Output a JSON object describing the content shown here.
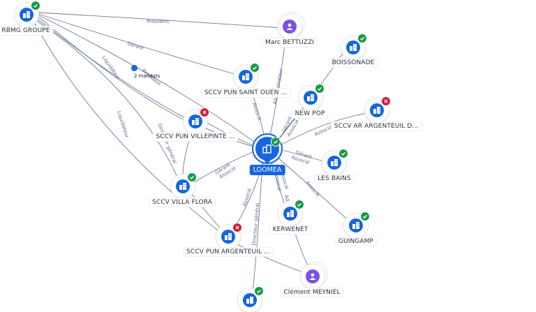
{
  "center": {
    "label": "LOOMEA",
    "status": "active"
  },
  "nodes": [
    {
      "id": "rbmg",
      "label": "RBMG GROUPE",
      "type": "company",
      "status": "active"
    },
    {
      "id": "bettuzzi",
      "label": "Marc BETTUZZI",
      "type": "person"
    },
    {
      "id": "boissonade",
      "label": "BOISSONADE",
      "type": "company",
      "status": "active"
    },
    {
      "id": "saintouen",
      "label": "SCCV PUN SAINT OUEN ...",
      "type": "company",
      "status": "active"
    },
    {
      "id": "newpop",
      "label": "NEW POP",
      "type": "company",
      "status": "active"
    },
    {
      "id": "argenteuild",
      "label": "SCCV AR ARGENTEUIL D...",
      "type": "company",
      "status": "closed"
    },
    {
      "id": "villepinte",
      "label": "SCCV PUN VILLEPINTE ...",
      "type": "company",
      "status": "closed"
    },
    {
      "id": "lesbains",
      "label": "LES BAINS",
      "type": "company",
      "status": "active"
    },
    {
      "id": "villaflora",
      "label": "SCCV VILLA FLORA",
      "type": "company",
      "status": "active"
    },
    {
      "id": "kerwenet",
      "label": "KERWENET",
      "type": "company",
      "status": "active"
    },
    {
      "id": "guingamp",
      "label": "GUINGAMP",
      "type": "company",
      "status": "active"
    },
    {
      "id": "argenteuil",
      "label": "SCCV PUN ARGENTEUIL ...",
      "type": "company",
      "status": "closed"
    },
    {
      "id": "meyniel",
      "label": "Clément MEYNIEL",
      "type": "person"
    },
    {
      "id": "bottom",
      "label": "",
      "type": "company",
      "status": "active"
    }
  ],
  "edge_labels": {
    "president": "Président",
    "gerant": "Gérant",
    "liquidateur": "Liquidateur",
    "liquidateur2": "Liquidateur",
    "president2": "Président",
    "associe1": "Associé",
    "administrateur": "Administrateur",
    "gerant2": "Gérant",
    "associe2": "Associé",
    "associe3": "Associé",
    "gerant3": "Gérant",
    "associe4": "Associé",
    "gerant4": "Gérant",
    "associe5": "Associé",
    "associe6": "Associé",
    "associe7": "Associé",
    "dg1": "Directeur général",
    "dg2": "Directeur général",
    "associe8": "Associé",
    "associe9": "Associé",
    "associe10": "Associé",
    "ad": "Ad..."
  },
  "mandats": "2 mandats"
}
